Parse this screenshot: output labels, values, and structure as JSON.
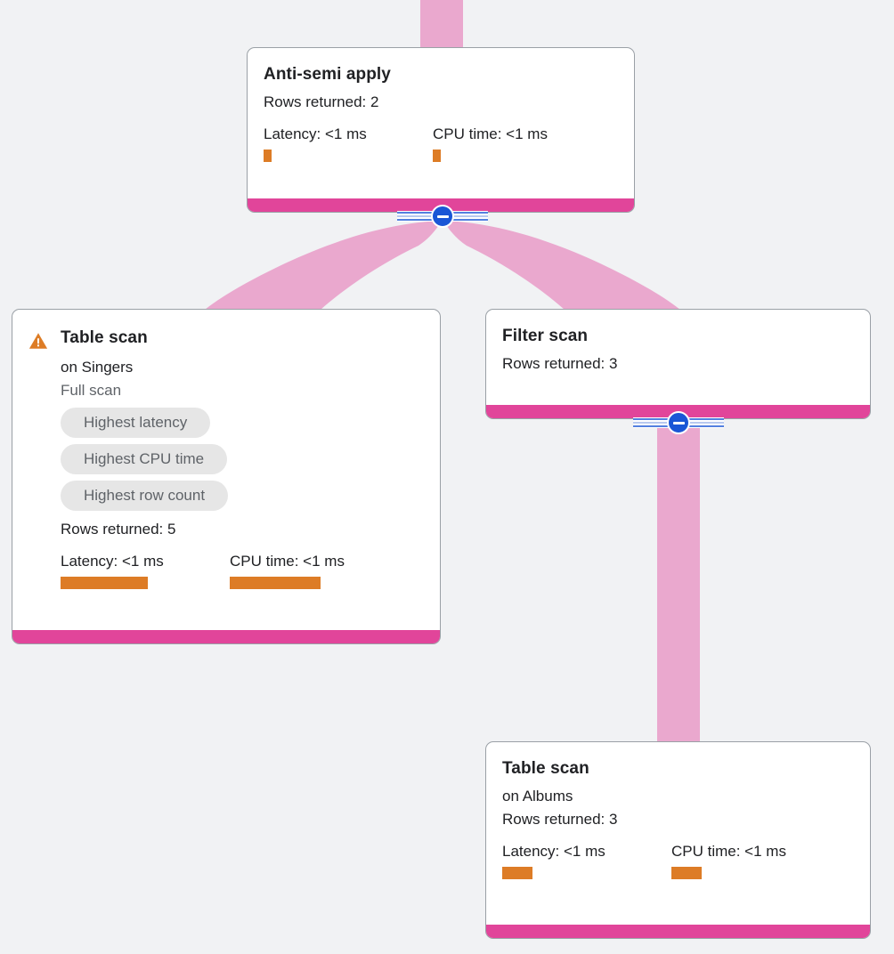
{
  "theme": {
    "background": "#f1f2f4",
    "card_background": "#ffffff",
    "card_border": "#9aa0a6",
    "footer_bar": "#e1459a",
    "edge": "#eaa8ce",
    "metric_bar": "#dd7c26",
    "badge_background": "#e6e6e6",
    "badge_text": "#5f6368",
    "toggle": "#1a56d6",
    "text": "#202124"
  },
  "graph": {
    "type": "query-execution-plan",
    "nodes": [
      {
        "id": "anti-semi-apply",
        "title": "Anti-semi apply",
        "rows_returned": "Rows returned: 2",
        "latency_label": "Latency: <1 ms",
        "cpu_label": "CPU time: <1 ms",
        "latency_bar_width": 9,
        "cpu_bar_width": 9
      },
      {
        "id": "table-scan-singers",
        "title": "Table scan",
        "warning_icon": "warning-triangle-icon",
        "target": "on Singers",
        "scan_type": "Full scan",
        "badges": [
          "Highest latency",
          "Highest CPU time",
          "Highest row count"
        ],
        "rows_returned": "Rows returned: 5",
        "latency_label": "Latency: <1 ms",
        "cpu_label": "CPU time: <1 ms",
        "latency_bar_width": 98,
        "cpu_bar_width": 102
      },
      {
        "id": "filter-scan",
        "title": "Filter scan",
        "rows_returned": "Rows returned: 3"
      },
      {
        "id": "table-scan-albums",
        "title": "Table scan",
        "target": "on Albums",
        "rows_returned": "Rows returned: 3",
        "latency_label": "Latency: <1 ms",
        "cpu_label": "CPU time: <1 ms",
        "latency_bar_width": 34,
        "cpu_bar_width": 34
      }
    ],
    "toggles": [
      {
        "id": "toggle-anti-semi-apply",
        "icon": "collapse-minus-icon",
        "state": "expanded"
      },
      {
        "id": "toggle-filter-scan",
        "icon": "collapse-minus-icon",
        "state": "expanded"
      }
    ]
  }
}
